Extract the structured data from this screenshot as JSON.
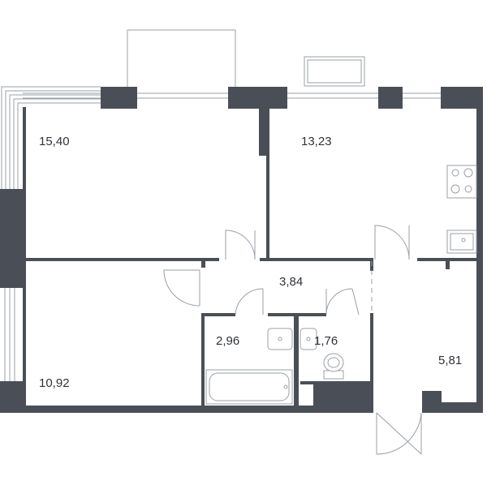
{
  "rooms": [
    {
      "id": "room-bedroom-top-left",
      "area": "15,40"
    },
    {
      "id": "room-kitchen",
      "area": "13,23"
    },
    {
      "id": "room-hall",
      "area": "3,84"
    },
    {
      "id": "room-bathroom",
      "area": "2,96"
    },
    {
      "id": "room-toilet",
      "area": "1,76"
    },
    {
      "id": "room-entry",
      "area": "5,81"
    },
    {
      "id": "room-bedroom-bottom-left",
      "area": "10,92"
    }
  ],
  "colors": {
    "wall": "#4a4f57",
    "fixture": "#9aa0a6",
    "background": "#ffffff"
  }
}
